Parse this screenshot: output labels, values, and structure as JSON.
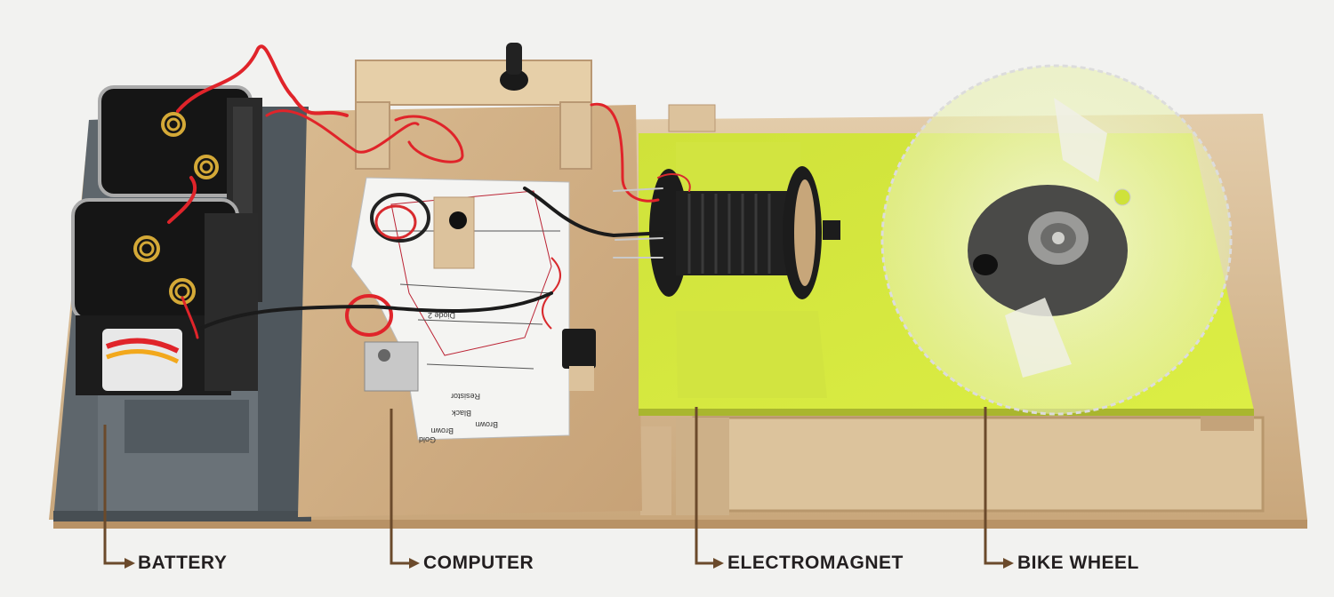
{
  "image": {
    "subject": "electromagnet motor",
    "background_color": "#f2f2f0",
    "callout_color": "#6b4a2b"
  },
  "labels": {
    "battery": "BATTERY",
    "computer": "COMPUTER",
    "electromagnet": "ELECTROMAGNET",
    "bike_wheel": "BIKE WHEEL"
  },
  "circuit_sheet_text": {
    "diode": "Diode 2",
    "resistor": "Resistor",
    "brown_1": "Brown",
    "black": "Black",
    "brown_2": "Brown",
    "gold": "Gold"
  },
  "colors": {
    "base_wood": "#dcc39c",
    "mdf_board": "#cfae84",
    "foam_gray": "#596269",
    "neon_panel": "#d8ea3a",
    "battery_black": "#1e1e1e",
    "wire_red": "#e0242a",
    "coil_black": "#202020"
  }
}
